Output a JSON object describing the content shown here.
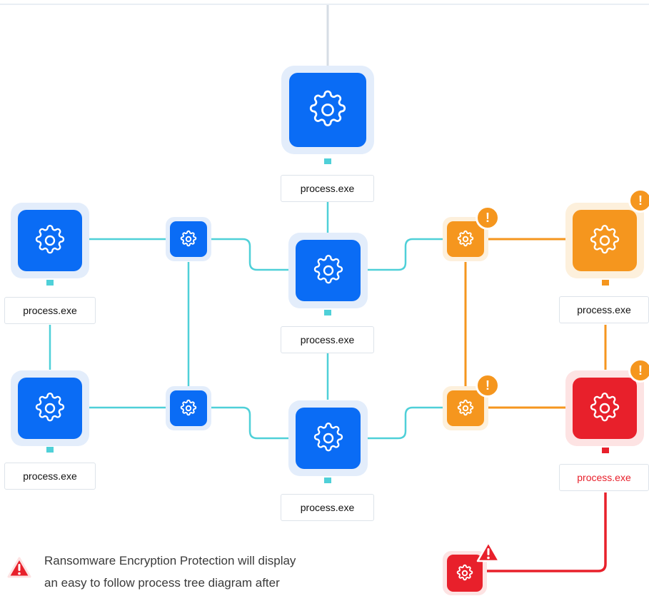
{
  "nodes": {
    "root_label": "process.exe",
    "left_top_label": "process.exe",
    "left_bottom_label": "process.exe",
    "center_mid_label": "process.exe",
    "center_bottom_label": "process.exe",
    "right_top_label": "process.exe",
    "right_bottom_label": "process.exe"
  },
  "badges": {
    "warning_mark": "!"
  },
  "caption": {
    "line1": "Ransomware Encryption Protection will display",
    "line2": "an easy to follow process tree diagram after"
  },
  "colors": {
    "blue": "#0a6cf5",
    "teal_line": "#4fd0d8",
    "orange": "#f5961e",
    "red": "#e8202b"
  },
  "icons": {
    "process": "gear-icon",
    "alert": "exclamation-badge-icon",
    "warning": "warning-triangle-icon"
  }
}
